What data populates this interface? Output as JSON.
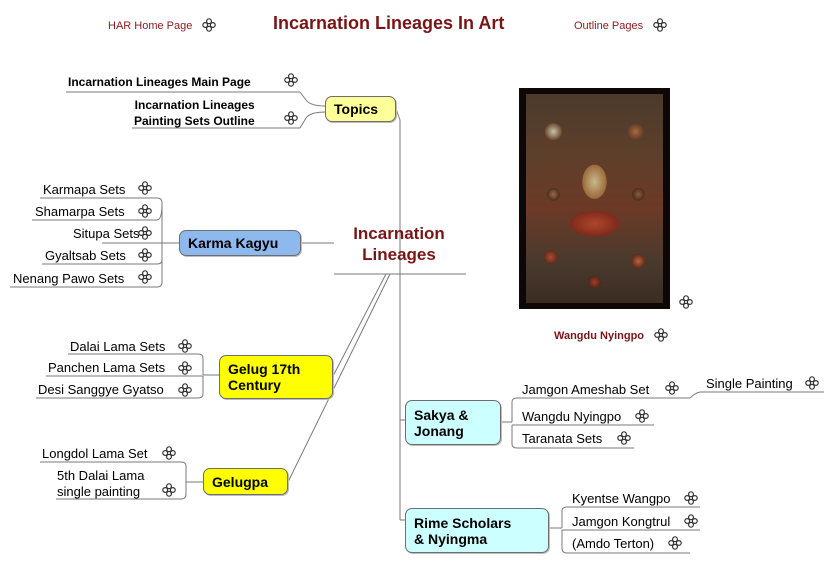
{
  "header": {
    "home_link": "HAR Home Page",
    "title": "Incarnation Lineages In Art",
    "outline_link": "Outline Pages"
  },
  "central": {
    "line1": "Incarnation",
    "line2": "Lineages"
  },
  "topics": {
    "label": "Topics",
    "items": [
      {
        "label": "Incarnation Lineages Main Page"
      },
      {
        "line1": "Incarnation Lineages",
        "line2": "Painting Sets Outline"
      }
    ]
  },
  "karma_kagyu": {
    "label": "Karma Kagyu",
    "items": [
      "Karmapa Sets",
      "Shamarpa Sets",
      "Situpa Sets",
      "Gyaltsab Sets",
      "Nenang Pawo Sets"
    ]
  },
  "gelug17": {
    "line1": "Gelug 17th",
    "line2": "Century",
    "items": [
      "Dalai Lama Sets",
      "Panchen Lama Sets",
      "Desi Sanggye Gyatso"
    ]
  },
  "gelugpa": {
    "label": "Gelugpa",
    "item1": "Longdol Lama Set",
    "item2_line1": "5th Dalai Lama",
    "item2_line2": "single painting"
  },
  "sakya": {
    "line1": "Sakya &",
    "line2": "Jonang",
    "items": [
      "Jamgon Ameshab Set",
      "Wangdu Nyingpo",
      "Taranata Sets"
    ],
    "sub_item": "Single Painting"
  },
  "rime": {
    "line1": "Rime Scholars",
    "line2": "& Nyingma",
    "items": [
      "Kyentse Wangpo",
      "Jamgon Kongtrul",
      "(Amdo Terton)"
    ]
  },
  "painting": {
    "caption": "Wangdu Nyingpo"
  },
  "icon": "link-knot-icon",
  "colors": {
    "title": "#7a1515",
    "topic_yellow_pale": "#ffff99",
    "topic_blue": "#8db9ee",
    "topic_yellow": "#ffff00",
    "topic_cyan": "#ccffff"
  }
}
